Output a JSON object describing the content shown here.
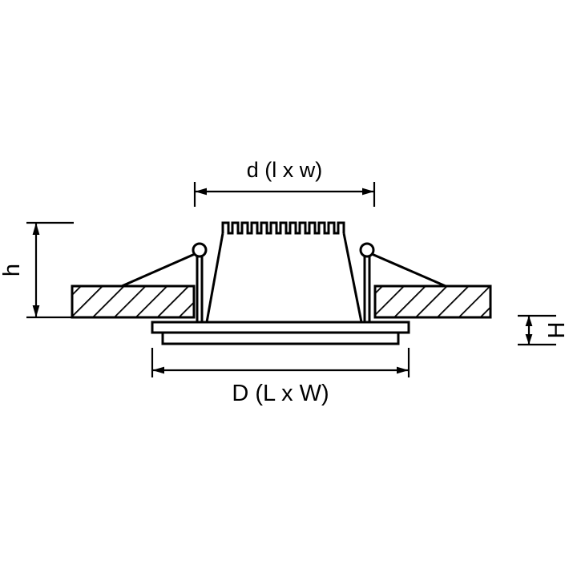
{
  "labels": {
    "top": "d (l x w)",
    "bottom": "D (L x W)",
    "left": "h",
    "right": "H"
  },
  "colors": {
    "line": "#000000",
    "background": "#ffffff"
  }
}
